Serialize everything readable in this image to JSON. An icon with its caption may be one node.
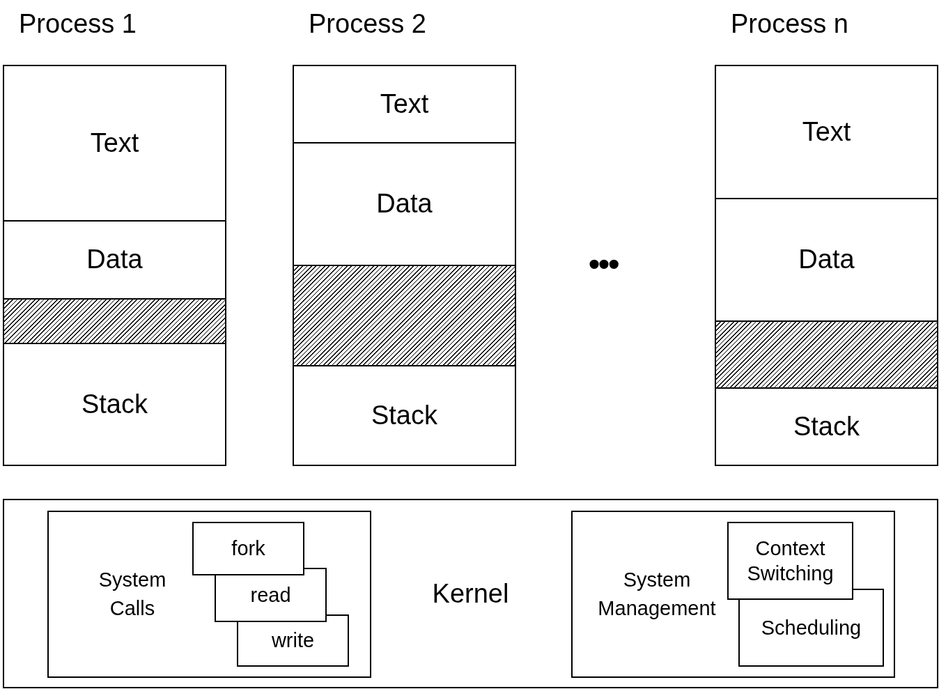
{
  "diagram": {
    "nodes": [
      {
        "text": [
          "Process 1"
        ]
      },
      {
        "text": [
          "Text"
        ],
        "in": 0
      },
      {
        "text": [
          "Data"
        ],
        "in": 0
      },
      {
        "text": [],
        "shape": "box",
        "in": 0
      },
      {
        "text": [
          "Stack"
        ],
        "in": 0
      },
      {
        "text": [
          "Process 2"
        ]
      },
      {
        "text": [
          "Text"
        ],
        "in": 5
      },
      {
        "text": [
          "Data"
        ],
        "in": 5
      },
      {
        "text": [],
        "shape": "box",
        "in": 5
      },
      {
        "text": [
          "Stack"
        ],
        "in": 5
      },
      {
        "text": [
          "Process n"
        ]
      },
      {
        "text": [
          "Text"
        ],
        "in": 10
      },
      {
        "text": [
          "Data"
        ],
        "in": 10
      },
      {
        "text": [],
        "shape": "box",
        "in": 10
      },
      {
        "text": [
          "Stack"
        ],
        "in": 10
      },
      {
        "text": [
          "Kernel"
        ]
      },
      {
        "text": [
          "System Calls"
        ],
        "in": 15
      },
      {
        "text": [
          "fork"
        ],
        "in": 16
      },
      {
        "text": [
          "read"
        ],
        "in": 16
      },
      {
        "text": [
          "write"
        ],
        "in": 16
      },
      {
        "text": [
          "System Management"
        ],
        "in": 15
      },
      {
        "text": [
          "Context Switching"
        ],
        "in": 20
      },
      {
        "text": [
          "Scheduling"
        ],
        "in": 20
      }
    ],
    "edges": [],
    "labels": [
      "•••"
    ]
  }
}
